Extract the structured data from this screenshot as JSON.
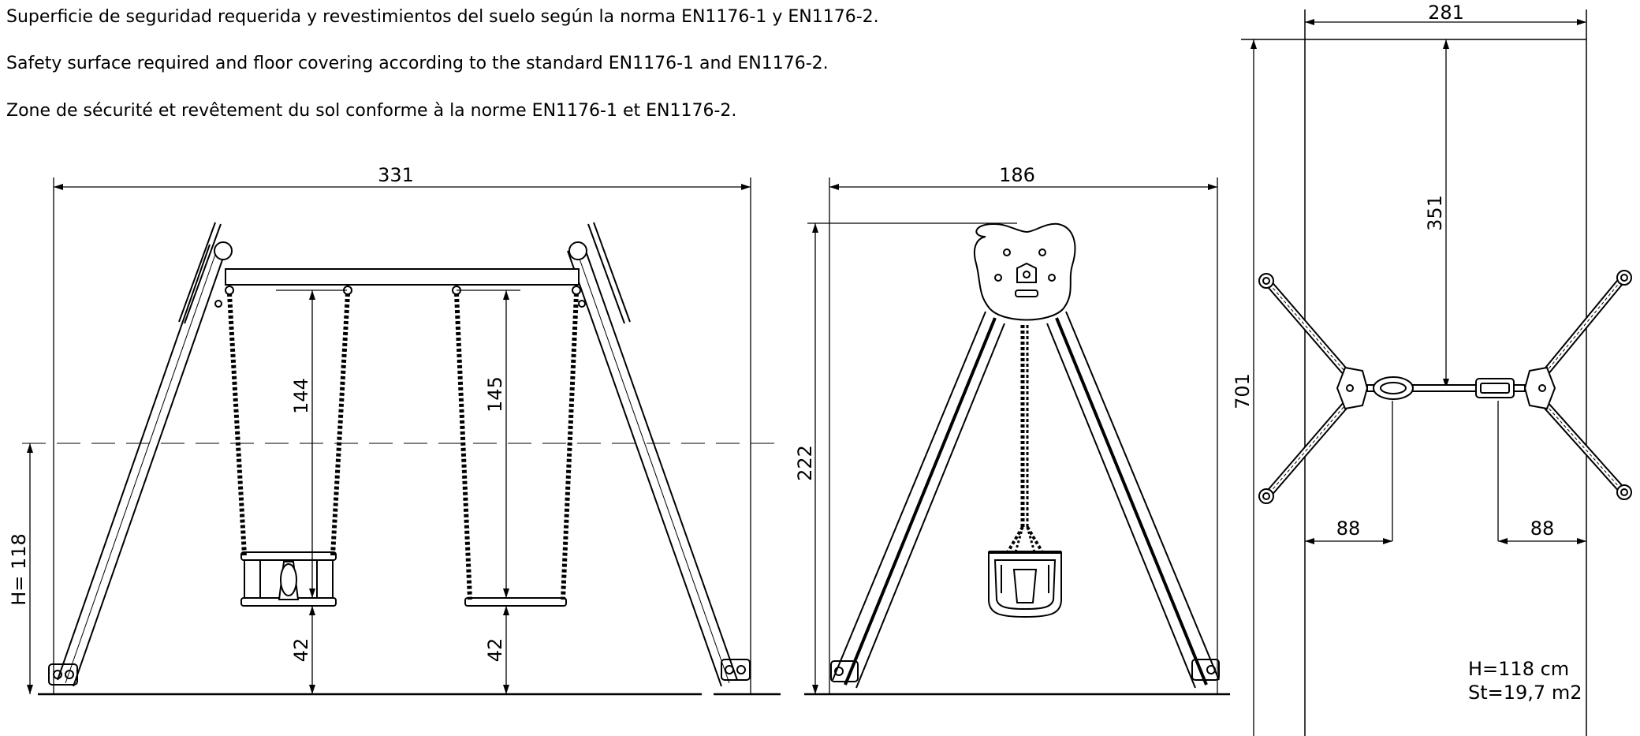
{
  "notes": [
    "Superficie de seguridad requerida y revestimientos del suelo según la norma EN1176-1 y EN1176-2.",
    "Safety surface required and floor covering according to the standard EN1176-1 and EN1176-2.",
    "Zone de sécurité et revêtement du sol conforme à la norme EN1176-1 et EN1176-2."
  ],
  "front_view": {
    "width": "331",
    "height_label": "H= 118",
    "chain_left": "144",
    "chain_right": "145",
    "seat_clear_left": "42",
    "seat_clear_right": "42"
  },
  "side_view": {
    "width": "186",
    "height": "222"
  },
  "plan_view": {
    "width": "281",
    "depth": "701",
    "half_depth": "351",
    "offset_left": "88",
    "offset_right": "88",
    "spec_height": "H=118 cm",
    "spec_surface": "St=19,7 m2"
  },
  "colors": {
    "line": "#000000",
    "dash": "#555555",
    "background": "#ffffff"
  }
}
